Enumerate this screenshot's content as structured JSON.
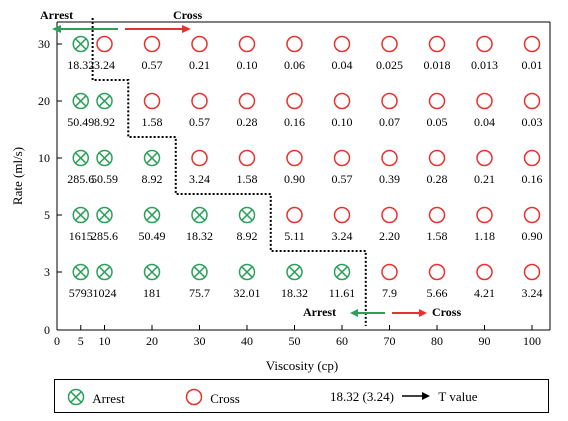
{
  "chart_data": {
    "type": "scatter",
    "xlabel": "Viscosity (cp)",
    "ylabel": "Rate (ml/s)",
    "x_ticks": [
      0,
      5,
      10,
      20,
      30,
      40,
      50,
      60,
      70,
      80,
      90,
      100
    ],
    "y_ticks": [
      0,
      3,
      5,
      10,
      20,
      30
    ],
    "rows": [
      {
        "rate": "30",
        "outcomes": [
          "A",
          "C",
          "C",
          "C",
          "C",
          "C",
          "C",
          "C",
          "C",
          "C",
          "C"
        ],
        "t_values": [
          "18.32",
          "3.24",
          "0.57",
          "0.21",
          "0.10",
          "0.06",
          "0.04",
          "0.025",
          "0.018",
          "0.013",
          "0.01"
        ]
      },
      {
        "rate": "20",
        "outcomes": [
          "A",
          "A",
          "C",
          "C",
          "C",
          "C",
          "C",
          "C",
          "C",
          "C",
          "C"
        ],
        "t_values": [
          "50.49",
          "8.92",
          "1.58",
          "0.57",
          "0.28",
          "0.16",
          "0.10",
          "0.07",
          "0.05",
          "0.04",
          "0.03"
        ]
      },
      {
        "rate": "10",
        "outcomes": [
          "A",
          "A",
          "A",
          "C",
          "C",
          "C",
          "C",
          "C",
          "C",
          "C",
          "C"
        ],
        "t_values": [
          "285.6",
          "50.59",
          "8.92",
          "3.24",
          "1.58",
          "0.90",
          "0.57",
          "0.39",
          "0.28",
          "0.21",
          "0.16"
        ]
      },
      {
        "rate": "5",
        "outcomes": [
          "A",
          "A",
          "A",
          "A",
          "A",
          "C",
          "C",
          "C",
          "C",
          "C",
          "C"
        ],
        "t_values": [
          "1615",
          "285.6",
          "50.49",
          "18.32",
          "8.92",
          "5.11",
          "3.24",
          "2.20",
          "1.58",
          "1.18",
          "0.90"
        ]
      },
      {
        "rate": "3",
        "outcomes": [
          "A",
          "A",
          "A",
          "A",
          "A",
          "A",
          "A",
          "C",
          "C",
          "C",
          "C"
        ],
        "t_values": [
          "5793",
          "1024",
          "181",
          "75.7",
          "32.01",
          "18.32",
          "11.61",
          "7.9",
          "5.66",
          "4.21",
          "3.24"
        ]
      }
    ],
    "annotations": {
      "top_arrest": "Arrest",
      "top_cross": "Cross",
      "bottom_arrest": "Arrest",
      "bottom_cross": "Cross"
    },
    "colors": {
      "arrest": "#2ca05a",
      "cross": "#e8312f",
      "boundary": "#000000"
    }
  },
  "legend": {
    "arrest_label": "Arrest",
    "cross_label": "Cross",
    "example": "18.32 (3.24)",
    "arrow_label": "T value"
  }
}
